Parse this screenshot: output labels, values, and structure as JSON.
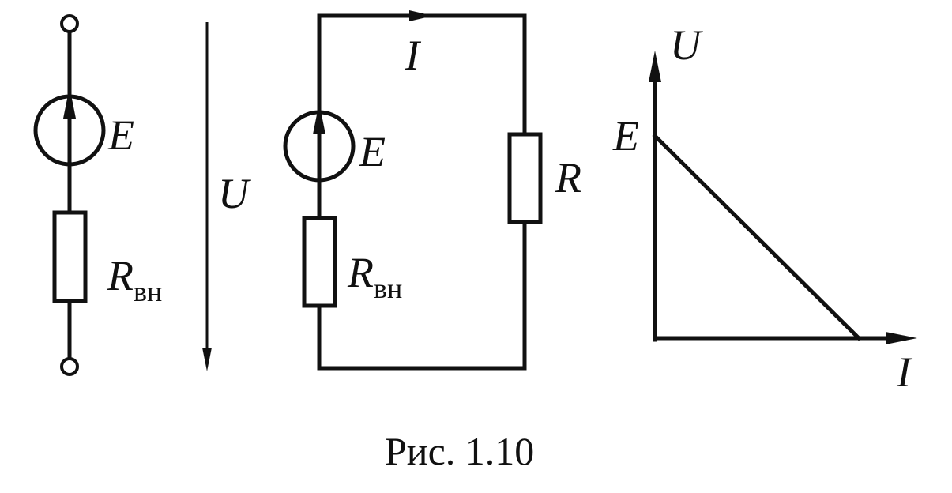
{
  "figure": {
    "caption": "Рис. 1.10",
    "left_circuit": {
      "source_label": "E",
      "resistor_label": "R",
      "resistor_subscript": "вн",
      "voltage_label": "U"
    },
    "middle_circuit": {
      "current_label": "I",
      "source_label": "E",
      "internal_resistor_label": "R",
      "internal_resistor_subscript": "вн",
      "load_resistor_label": "R"
    },
    "graph": {
      "y_axis_label": "U",
      "x_axis_label": "I",
      "intercept_label": "E"
    }
  }
}
